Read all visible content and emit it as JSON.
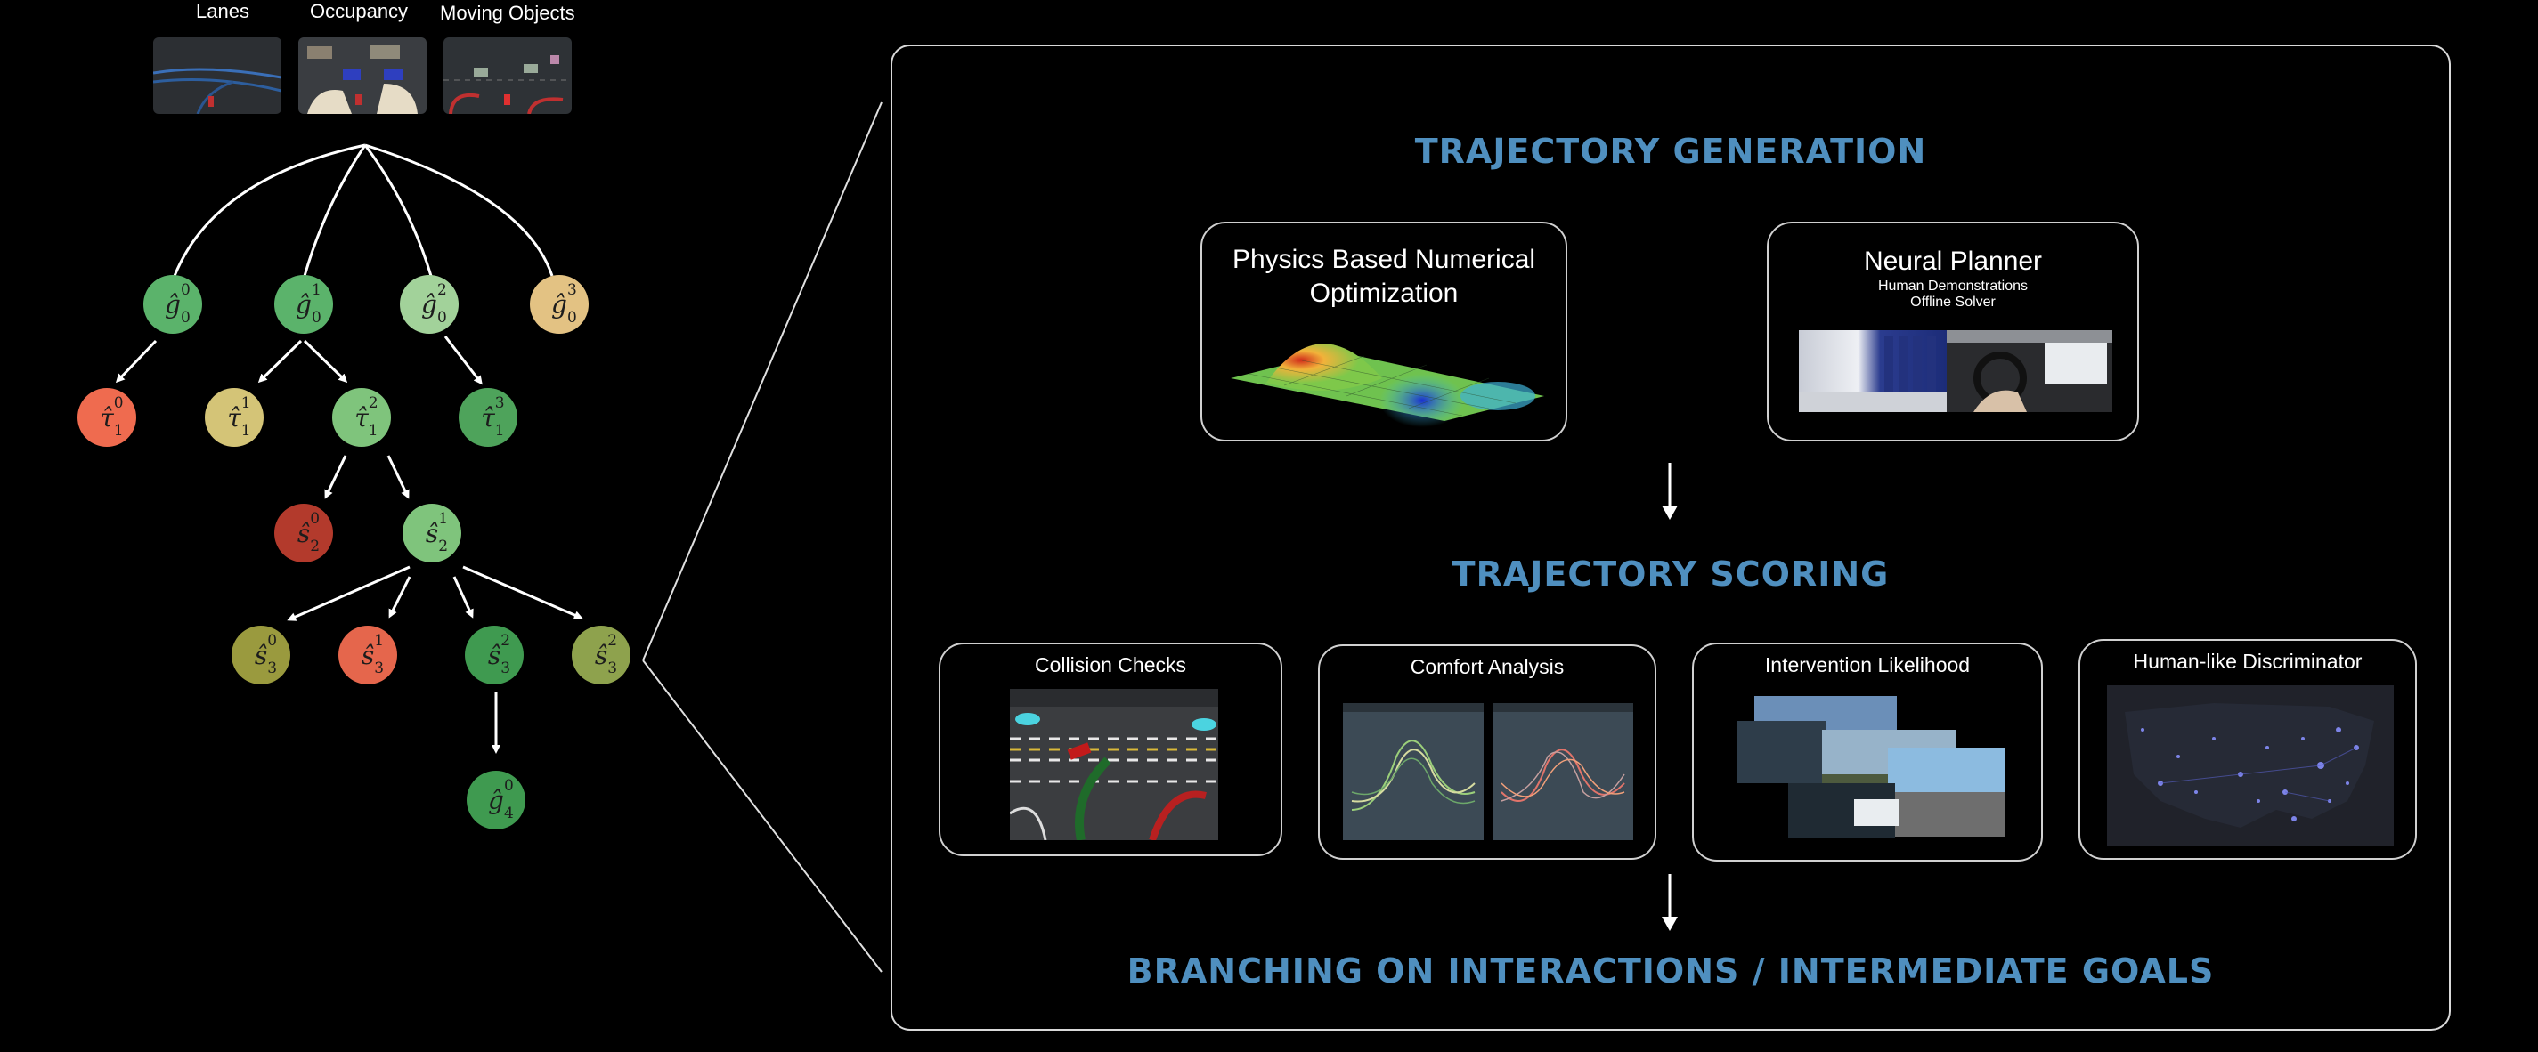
{
  "tree": {
    "inputs": [
      {
        "label": "Lanes"
      },
      {
        "label": "Occupancy"
      },
      {
        "label": "Moving Objects"
      }
    ],
    "nodes": [
      {
        "id": "g00",
        "base": "ĝ",
        "sup": "0",
        "sub": "0",
        "color": "#5bb36b"
      },
      {
        "id": "g01",
        "base": "ĝ",
        "sup": "1",
        "sub": "0",
        "color": "#5bb36b"
      },
      {
        "id": "g02",
        "base": "ĝ",
        "sup": "2",
        "sub": "0",
        "color": "#a2d29a"
      },
      {
        "id": "g03",
        "base": "ĝ",
        "sup": "3",
        "sub": "0",
        "color": "#e3c283"
      },
      {
        "id": "t10",
        "base": "τ̂",
        "sup": "0",
        "sub": "1",
        "color": "#ef6b4f"
      },
      {
        "id": "t11",
        "base": "τ̂",
        "sup": "1",
        "sub": "1",
        "color": "#d4c477"
      },
      {
        "id": "t12",
        "base": "τ̂",
        "sup": "2",
        "sub": "1",
        "color": "#7fc47c"
      },
      {
        "id": "t13",
        "base": "τ̂",
        "sup": "3",
        "sub": "1",
        "color": "#4ea35b"
      },
      {
        "id": "s20",
        "base": "ŝ",
        "sup": "0",
        "sub": "2",
        "color": "#b33a2c"
      },
      {
        "id": "s21",
        "base": "ŝ",
        "sup": "1",
        "sub": "2",
        "color": "#7fc47c"
      },
      {
        "id": "s30",
        "base": "ŝ",
        "sup": "0",
        "sub": "3",
        "color": "#9a9a3e"
      },
      {
        "id": "s31",
        "base": "ŝ",
        "sup": "1",
        "sub": "3",
        "color": "#e5664c"
      },
      {
        "id": "s32",
        "base": "ŝ",
        "sup": "2",
        "sub": "3",
        "color": "#3f9a50"
      },
      {
        "id": "s33",
        "base": "ŝ",
        "sup": "2",
        "sub": "3",
        "color": "#8ea24d"
      },
      {
        "id": "g40",
        "base": "ĝ",
        "sup": "0",
        "sub": "4",
        "color": "#3f9a50"
      }
    ]
  },
  "headings": {
    "generation": "TRAJECTORY GENERATION",
    "scoring": "TRAJECTORY SCORING",
    "branching": "BRANCHING ON INTERACTIONS / INTERMEDIATE GOALS"
  },
  "generation_boxes": {
    "physics": {
      "title_line1": "Physics Based Numerical",
      "title_line2": "Optimization"
    },
    "neural": {
      "title": "Neural Planner",
      "sub1": "Human Demonstrations",
      "sub2": "Offline Solver"
    }
  },
  "scoring_boxes": [
    {
      "title": "Collision Checks"
    },
    {
      "title": "Comfort Analysis"
    },
    {
      "title": "Intervention Likelihood"
    },
    {
      "title": "Human-like Discriminator"
    }
  ],
  "colors": {
    "heading": "#4f8fbf",
    "panel_border": "#d9d9d9"
  }
}
